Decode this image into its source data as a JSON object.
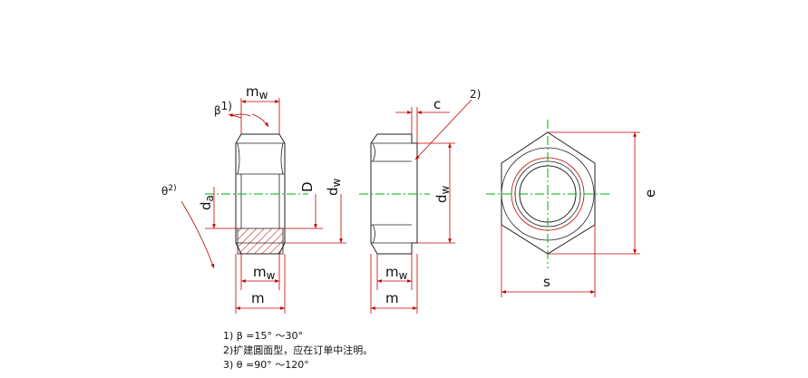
{
  "labels": {
    "mw": "m",
    "mw_sub": "w",
    "beta": "β",
    "beta_sup": "1)",
    "theta": "θ",
    "theta_sup": "2)",
    "d": "d",
    "d_sub": "a",
    "D": "D",
    "dw": "d",
    "dw_sub": "w",
    "c": "c",
    "ref2": "2)",
    "m": "m",
    "s": "s",
    "e": "e"
  },
  "notes": [
    "1) β =15° ～30°",
    "2)扩建圓面型，应在订单中注明。",
    "3) θ =90° ～120°"
  ],
  "colors": {
    "outline": "#222222",
    "dim": "#c00000",
    "center": "#00b000",
    "hatch": "#c00000"
  }
}
